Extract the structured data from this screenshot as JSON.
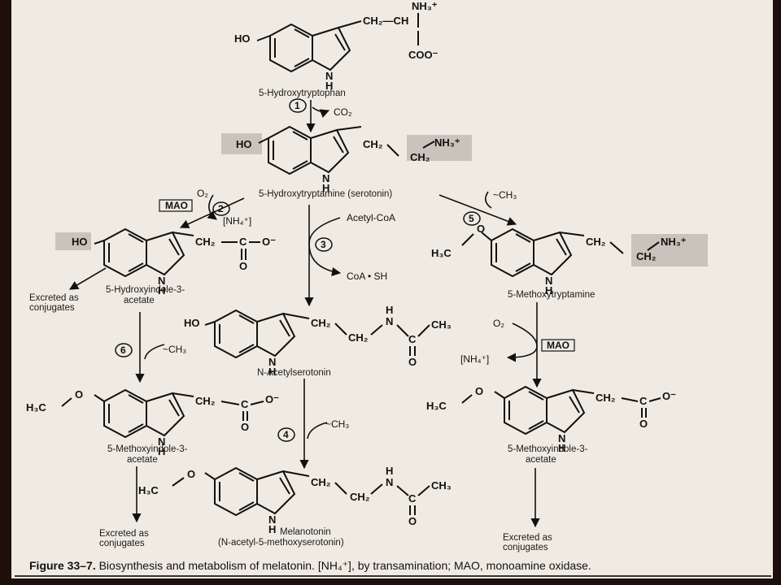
{
  "compounds": {
    "c1": {
      "name": "5-Hydroxytryptophan",
      "oh": "HO",
      "chain": "CH₂—CH",
      "n_top": "NH₃⁺",
      "coo": "COO⁻",
      "nh": "N",
      "h": "H"
    },
    "c2": {
      "name": "5-Hydroxytryptamine (serotonin)",
      "oh": "HO",
      "chain": "CH₂",
      "ch2": "CH₂",
      "nh3": "NH₃⁺",
      "nh": "N",
      "h": "H"
    },
    "c3": {
      "name_1": "5-Hydroxyindole-3-",
      "name_2": "acetate",
      "oh": "HO",
      "chain": "CH₂",
      "c": "C",
      "o_minus": "O⁻",
      "o": "O",
      "nh": "N",
      "h": "H"
    },
    "c4": {
      "name": "5-Methoxytryptamine",
      "meo": "H₃C",
      "o": "O",
      "chain": "CH₂",
      "ch2": "CH₂",
      "nh3": "NH₃⁺",
      "nh": "N",
      "h": "H"
    },
    "c5": {
      "name": "N-Acetylserotonin",
      "oh": "HO",
      "chain": "CH₂",
      "ch2": "CH₂",
      "n": "N",
      "h_top": "H",
      "c": "C",
      "ch3": "CH₃",
      "o": "O",
      "nh": "N",
      "h": "H"
    },
    "c6": {
      "name_1": "5-Methoxyindole-3-",
      "name_2": "acetate",
      "meo": "H₃C",
      "o_ring": "O",
      "chain": "CH₂",
      "c": "C",
      "o_minus": "O⁻",
      "o": "O",
      "nh": "N",
      "h": "H"
    },
    "c7": {
      "name_1": "5-Methoxyindole-3-",
      "name_2": "acetate",
      "meo": "H₃C",
      "o_ring": "O",
      "chain": "CH₂",
      "c": "C",
      "o_minus": "O⁻",
      "o": "O",
      "nh": "N",
      "h": "H"
    },
    "c8": {
      "name_1": "Melanotonin",
      "name_2": "(N-acetyl-5-methoxyserotonin)",
      "meo": "H₃C",
      "o_ring": "O",
      "chain": "CH₂",
      "ch2": "CH₂",
      "n": "N",
      "h_top": "H",
      "c": "C",
      "ch3": "CH₃",
      "o": "O",
      "nh": "N",
      "h": "H"
    }
  },
  "steps": [
    {
      "num": "1",
      "reagent": "CO₂"
    },
    {
      "num": "2",
      "enzyme": "MAO",
      "reagent_in": "O₂",
      "reagent_out": "[NH₄⁺]"
    },
    {
      "num": "3",
      "reagent_in": "Acetyl-CoA",
      "reagent_out": "CoA • SH"
    },
    {
      "num": "4",
      "reagent": "~CH₃"
    },
    {
      "num": "5",
      "reagent": "~CH₃"
    },
    {
      "num": "6",
      "reagent": "~CH₃"
    }
  ],
  "mao_right": {
    "enzyme": "MAO",
    "reagent_in": "O₂",
    "reagent_out": "[NH₄⁺]"
  },
  "excreted": {
    "line1": "Excreted as",
    "line2": "conjugates"
  },
  "caption": {
    "label": "Figure 33–7.",
    "text": "Biosynthesis and metabolism of melatonin. [NH₄⁺], by transamination; MAO, monoamine oxidase."
  }
}
